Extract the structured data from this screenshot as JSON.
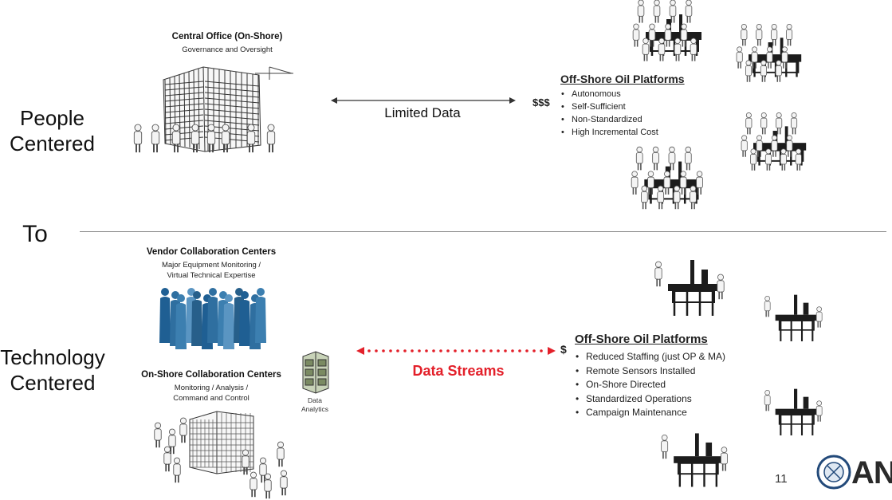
{
  "left_labels": {
    "people_line1": "People",
    "people_line2": "Centered",
    "to": "To",
    "tech_line1": "Technology",
    "tech_line2": "Centered"
  },
  "top": {
    "central_office_title": "Central Office (On-Shore)",
    "central_office_sub": "Governance and Oversight",
    "link_label": "Limited Data",
    "cost_symbol": "$$$",
    "platforms_title": "Off-Shore Oil Platforms",
    "platform_bullets": [
      "Autonomous",
      "Self-Sufficient",
      "Non-Standardized",
      "High Incremental Cost"
    ]
  },
  "bottom": {
    "vendor_title": "Vendor Collaboration Centers",
    "vendor_sub1": "Major Equipment Monitoring /",
    "vendor_sub2": "Virtual Technical Expertise",
    "onshore_title": "On-Shore Collaboration Centers",
    "onshore_sub1": "Monitoring / Analysis /",
    "onshore_sub2": "Command and Control",
    "analytics_line1": "Data",
    "analytics_line2": "Analytics",
    "link_label": "Data Streams",
    "cost_symbol": "$",
    "platforms_title": "Off-Shore Oil Platforms",
    "platform_bullets": [
      "Reduced  Staffing (just OP & MA)",
      "Remote Sensors Installed",
      "On-Shore Directed",
      "Standardized Operations",
      "Campaign Maintenance"
    ]
  },
  "footer": {
    "page_number": "11",
    "logo_text": "ANS"
  },
  "colors": {
    "data_stream_red": "#e3202a",
    "vendor_blue": "#2f6fa0",
    "divider_gray": "#8a8a8a"
  }
}
